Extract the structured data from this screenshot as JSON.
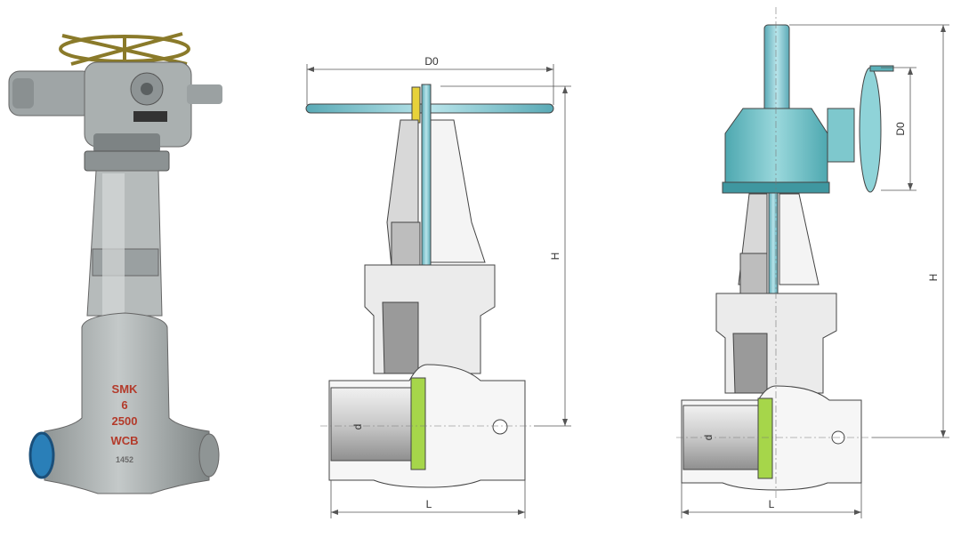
{
  "photo": {
    "stamp_brand": "SMK",
    "stamp_size": "6",
    "stamp_class": "2500",
    "stamp_material": "WCB",
    "stamp_small": "1452"
  },
  "drawing_handwheel": {
    "dim_top": "D0",
    "dim_height": "H",
    "dim_bore": "d",
    "dim_length": "L"
  },
  "drawing_gearbox": {
    "dim_wheel": "D0",
    "dim_height": "H",
    "dim_bore": "d",
    "dim_length": "L"
  },
  "colors": {
    "stem": "#7cc4cf",
    "gearbox": "#6fc3c9",
    "brass": "#e7d23a",
    "seat": "#a6d64a",
    "casting": "#d8d8d8",
    "shadow": "#9a9a9a",
    "body_photo": "#a9aeae"
  }
}
